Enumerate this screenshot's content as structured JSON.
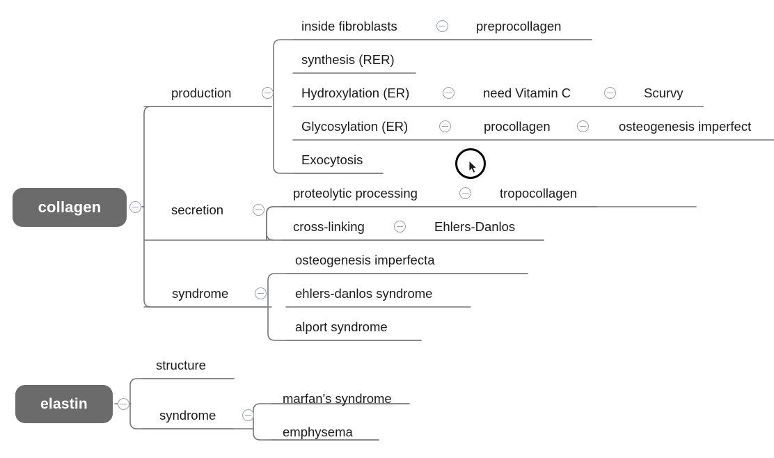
{
  "app": {
    "type": "mind-map",
    "background": "#ffffff",
    "root_node_color": "#6b6b6b",
    "root_text_color": "#ffffff",
    "connector_color": "#777777",
    "collapse_icon_color": "#9aa0b4",
    "text_color": "#1b1b1b"
  },
  "roots": [
    {
      "id": "collagen",
      "label": "collagen"
    },
    {
      "id": "elastin",
      "label": "elastin"
    }
  ],
  "collagen": {
    "label": "collagen",
    "branches": [
      {
        "label": "production",
        "children": [
          {
            "label": "inside fibroblasts",
            "child": "preprocollagen"
          },
          {
            "label": "synthesis (RER)",
            "child": ""
          },
          {
            "label": "Hydroxylation (ER)",
            "child": "need Vitamin C",
            "grandchild": "Scurvy"
          },
          {
            "label": "Glycosylation (ER)",
            "child": "procollagen",
            "grandchild": "osteogenesis imperfect"
          },
          {
            "label": "Exocytosis",
            "child": ""
          }
        ]
      },
      {
        "label": "secretion",
        "children": [
          {
            "label": "proteolytic processing",
            "child": "tropocollagen"
          },
          {
            "label": "cross-linking",
            "child": "Ehlers-Danlos"
          }
        ]
      },
      {
        "label": "syndrome",
        "children": [
          {
            "label": "osteogenesis imperfecta",
            "child": ""
          },
          {
            "label": "ehlers-danlos syndrome",
            "child": ""
          },
          {
            "label": "alport syndrome",
            "child": ""
          }
        ]
      }
    ]
  },
  "elastin": {
    "label": "elastin",
    "branches": [
      {
        "label": "structure",
        "children": []
      },
      {
        "label": "syndrome",
        "children": [
          {
            "label": "marfan's syndrome",
            "child": ""
          },
          {
            "label": "emphysema",
            "child": ""
          }
        ]
      }
    ]
  },
  "labels": {
    "collagen_root": "collagen",
    "elastin_root": "elastin",
    "production": "production",
    "secretion": "secretion",
    "syndrome_collagen": "syndrome",
    "inside_fibroblasts": "inside fibroblasts",
    "preprocollagen": "preprocollagen",
    "synthesis_rer": "synthesis (RER)",
    "hydroxylation_er": "Hydroxylation (ER)",
    "need_vitamin_c": "need Vitamin C",
    "scurvy": "Scurvy",
    "glycosylation_er": "Glycosylation (ER)",
    "procollagen": "procollagen",
    "osteogenesis_imperfect_clipped": "osteogenesis imperfect",
    "exocytosis": "Exocytosis",
    "proteolytic_processing": "proteolytic processing",
    "tropocollagen": "tropocollagen",
    "cross_linking": "cross-linking",
    "ehlers_danlos": "Ehlers-Danlos",
    "osteogenesis_imperfecta": "osteogenesis imperfecta",
    "ehlers_danlos_syndrome": "ehlers-danlos syndrome",
    "alport_syndrome": "alport syndrome",
    "structure": "structure",
    "syndrome_elastin": "syndrome",
    "marfans_syndrome": "marfan's syndrome",
    "emphysema": "emphysema"
  }
}
